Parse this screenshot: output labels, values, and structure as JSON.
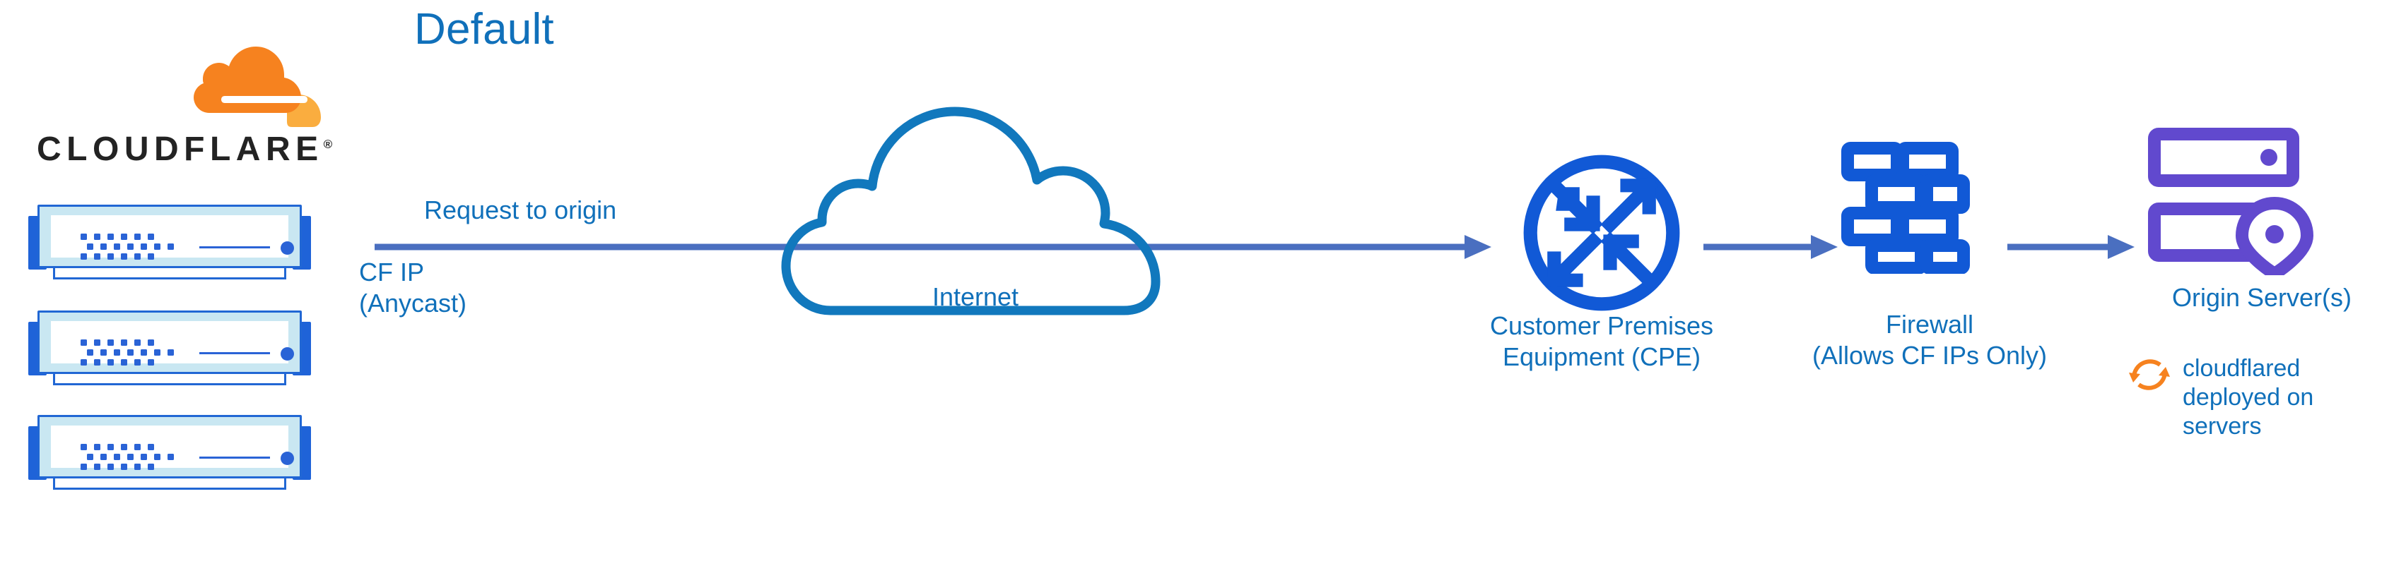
{
  "title": "Default",
  "colors": {
    "label_blue": "#1070ba",
    "cloud_blue": "#1178bd",
    "arrow_blue": "#4a6fc0",
    "icon_blue": "#1159d6",
    "server_purple": "#6149ce",
    "cloudflare_orange": "#f6821f",
    "cloudflare_orange_light": "#faad3f",
    "wordmark_black": "#232323",
    "server_body": "#c9e7f2",
    "server_border": "#2167d4",
    "server_tab": "#1f63d8"
  },
  "brand": {
    "wordmark": "CLOUDFLARE",
    "registered_mark": "®",
    "logo_icon": "cloudflare-cloud-icon"
  },
  "servers": {
    "count": 3,
    "icon": "server-rack-icon",
    "items": [
      {
        "index": 1
      },
      {
        "index": 2
      },
      {
        "index": 3
      }
    ]
  },
  "edges": {
    "request_to_origin": "Request to origin",
    "cf_ip": "CF IP\n(Anycast)",
    "arrow_icon": "right-arrow-icon"
  },
  "nodes": [
    {
      "id": "internet",
      "label": "Internet",
      "icon": "cloud-outline-icon"
    },
    {
      "id": "cpe",
      "label": "Customer Premises\nEquipment (CPE)",
      "icon": "router-icon"
    },
    {
      "id": "firewall",
      "label": "Firewall\n(Allows CF IPs Only)",
      "icon": "brick-wall-icon"
    },
    {
      "id": "origin",
      "label": "Origin Server(s)",
      "icon": "server-location-pin-icon"
    }
  ],
  "cloudflared": {
    "text": "cloudflared\ndeployed on\nservers",
    "icon": "sync-arrows-icon"
  }
}
